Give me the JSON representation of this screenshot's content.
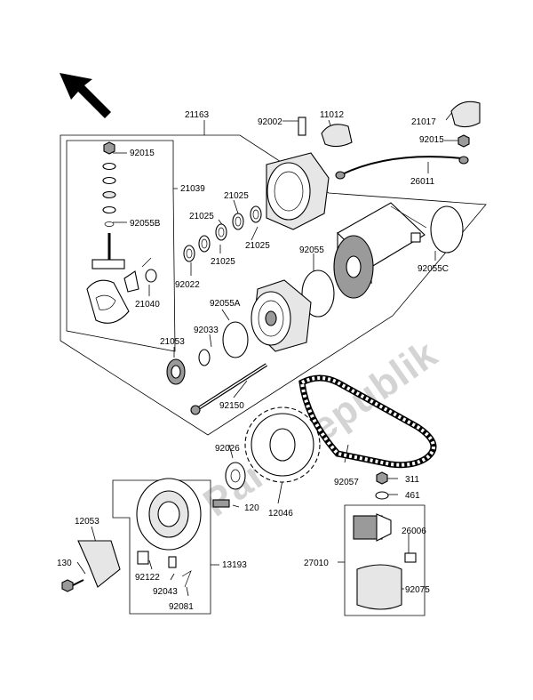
{
  "watermark": "PartsRepublik",
  "part_labels": {
    "p21163": "21163",
    "p92002": "92002",
    "p11012": "11012",
    "p21017": "21017",
    "p92015a": "92015",
    "p92015b": "92015",
    "p26011": "26011",
    "p21039": "21039",
    "p21025a": "21025",
    "p21025b": "21025",
    "p21025c": "21025",
    "p21025d": "21025",
    "p92055B": "92055B",
    "p92055": "92055",
    "p92055C": "92055C",
    "p92022": "92022",
    "p21040": "21040",
    "p92055A": "92055A",
    "p92033": "92033",
    "p21053": "21053",
    "p92150": "92150",
    "p92026": "92026",
    "p311": "311",
    "p461": "461",
    "p92057": "92057",
    "p120": "120",
    "p12046": "12046",
    "p12053": "12053",
    "p26006": "26006",
    "p27010": "27010",
    "p92075": "92075",
    "p130": "130",
    "p92122": "92122",
    "p13193": "13193",
    "p92043": "92043",
    "p92081": "92081"
  }
}
